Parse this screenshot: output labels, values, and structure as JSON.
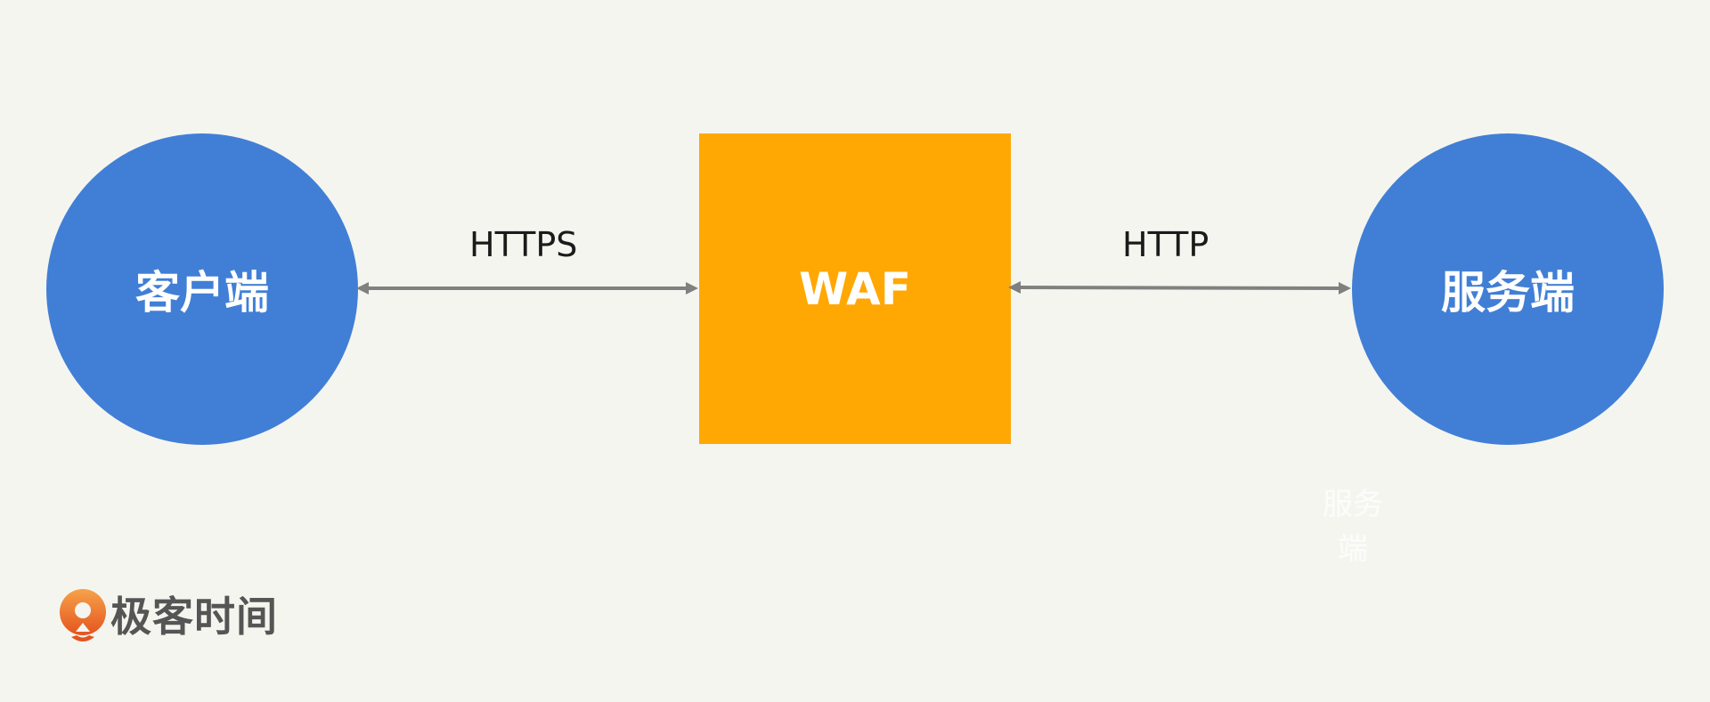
{
  "diagram": {
    "nodes": {
      "client": "客户端",
      "waf": "WAF",
      "server": "服务端"
    },
    "edges": {
      "client_waf": "HTTPS",
      "waf_server": "HTTP"
    },
    "ghost_label": "服务端",
    "colors": {
      "background": "#f5f5f0",
      "node_circle": "#417fd6",
      "waf_box": "#ffa804",
      "arrow": "#808080",
      "edge_text": "#1b1b1b"
    }
  },
  "brand": {
    "name": "极客时间",
    "logo_icon": "geektime-logo-icon"
  }
}
